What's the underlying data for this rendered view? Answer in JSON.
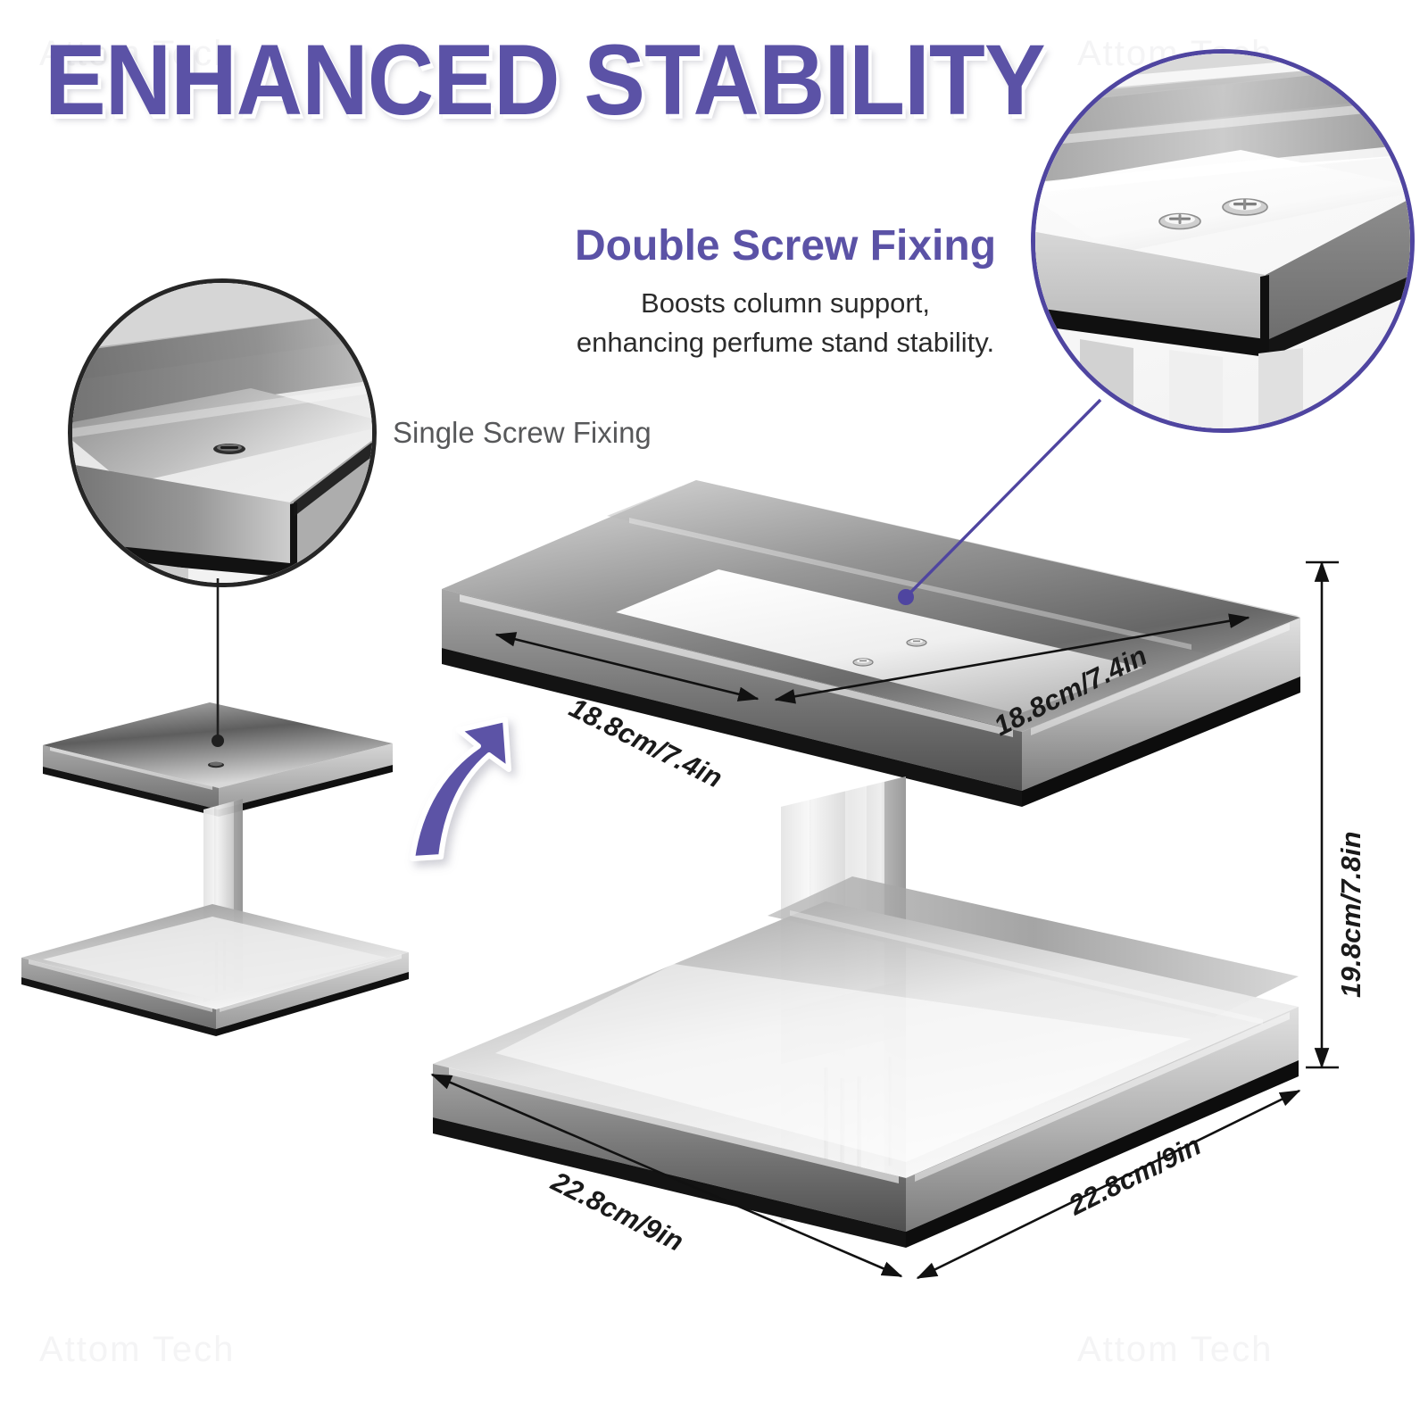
{
  "meta": {
    "brand_watermark": "Attom Tech"
  },
  "headline": {
    "text": "ENHANCED STABILITY",
    "color": "#5b52a6"
  },
  "callouts": {
    "double_screw": {
      "title": "Double Screw Fixing",
      "title_color": "#5b52a6",
      "body_line_1": "Boosts column support,",
      "body_line_2": "enhancing perfume stand stability.",
      "body_color": "#2b2b2b",
      "circle_border_color": "#4f45a0",
      "leader_color": "#4f45a0",
      "screw_count": 2
    },
    "single_screw": {
      "title": "Single Screw Fixing",
      "title_color": "#57585a",
      "circle_border_color": "#262626",
      "leader_color": "#262626",
      "screw_count": 1
    }
  },
  "arrow": {
    "name": "upgrade-arrow",
    "color": "#5b52a6",
    "outline_color": "#ffffff",
    "direction": "up-right"
  },
  "dimensions": {
    "top_shelf_left": "18.8cm/7.4in",
    "top_shelf_right": "18.8cm/7.4in",
    "base_left": "22.8cm/9in",
    "base_right": "22.8cm/9in",
    "height": "19.8cm/7.8in"
  },
  "products": {
    "small": {
      "name": "single-screw-perfume-stand",
      "tiers": 2,
      "column_count": 1
    },
    "main": {
      "name": "double-screw-perfume-stand",
      "tiers": 2,
      "column_count": 1,
      "top_screws": 2
    }
  },
  "palette": {
    "accent_purple": "#5b52a6",
    "deep_purple": "#4f45a0",
    "acrylic_dark": "#3a3a3a",
    "acrylic_mid": "#9a9a9a",
    "acrylic_light": "#e8e8e8",
    "edge_black": "#111111",
    "background": "#ffffff"
  }
}
